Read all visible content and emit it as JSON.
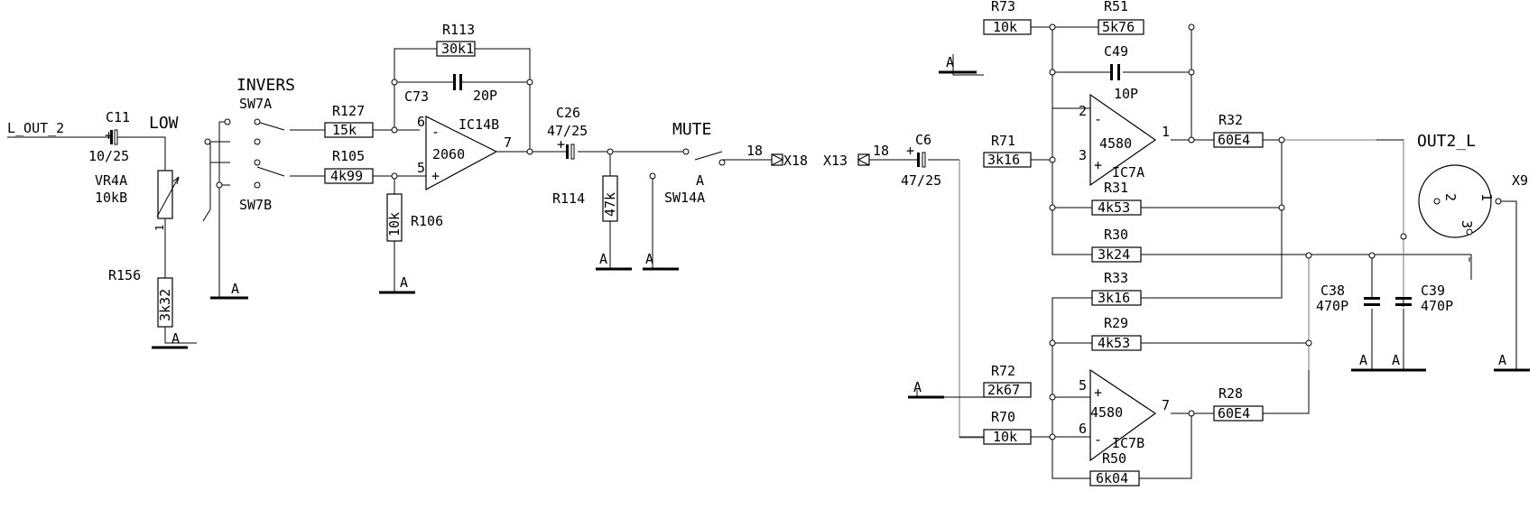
{
  "labels": {
    "l_out_2": "L_OUT_2",
    "low": "LOW",
    "invers": "INVERS",
    "sw7a": "SW7A",
    "sw7b": "SW7B",
    "mute": "MUTE",
    "sw14a": "SW14A",
    "out2_l": "OUT2_L",
    "x9": "X9",
    "x18": "X18",
    "x13": "X13",
    "conn18a": "18",
    "conn18b": "18",
    "ground": "A"
  },
  "resistors": {
    "R113": {
      "ref": "R113",
      "value": "30k1"
    },
    "R127": {
      "ref": "R127",
      "value": "15k"
    },
    "R105": {
      "ref": "R105",
      "value": "4k99"
    },
    "R106": {
      "ref": "R106",
      "value": "10k"
    },
    "R114": {
      "ref": "R114",
      "value": "47k"
    },
    "R156": {
      "ref": "R156",
      "value": "3k32"
    },
    "R73": {
      "ref": "R73",
      "value": "10k"
    },
    "R51": {
      "ref": "R51",
      "value": "5k76"
    },
    "R71": {
      "ref": "R71",
      "value": "3k16"
    },
    "R32": {
      "ref": "R32",
      "value": "60E4"
    },
    "R31": {
      "ref": "R31",
      "value": "4k53"
    },
    "R30": {
      "ref": "R30",
      "value": "3k24"
    },
    "R33": {
      "ref": "R33",
      "value": "3k16"
    },
    "R29": {
      "ref": "R29",
      "value": "4k53"
    },
    "R72": {
      "ref": "R72",
      "value": "2k67"
    },
    "R70": {
      "ref": "R70",
      "value": "10k"
    },
    "R28": {
      "ref": "R28",
      "value": "60E4"
    },
    "R50": {
      "ref": "R50",
      "value": "6k04"
    }
  },
  "capacitors": {
    "C11": {
      "ref": "C11",
      "value": "10/25"
    },
    "C73": {
      "ref": "C73",
      "value": "20P"
    },
    "C26": {
      "ref": "C26",
      "value": "47/25"
    },
    "C6": {
      "ref": "C6",
      "value": "47/25"
    },
    "C49": {
      "ref": "C49",
      "value": "10P"
    },
    "C38": {
      "ref": "C38",
      "value": "470P"
    },
    "C39": {
      "ref": "C39",
      "value": "470P"
    }
  },
  "pot": {
    "ref": "VR4A",
    "value": "10kB",
    "pin": "1"
  },
  "opamps": {
    "ic14b": {
      "ref": "IC14B",
      "type": "2060",
      "pin_inv": "6",
      "pin_noninv": "5",
      "pin_out": "7"
    },
    "ic7a": {
      "ref": "IC7A",
      "type": "4580",
      "pin_inv": "2",
      "pin_noninv": "3",
      "pin_out": "1"
    },
    "ic7b": {
      "ref": "IC7B",
      "type": "4580",
      "pin_noninv": "5",
      "pin_inv": "6",
      "pin_out": "7"
    }
  },
  "xlr": {
    "pin2": "2",
    "pin1": "1",
    "pin3": "3"
  },
  "signs": {
    "plus": "+",
    "minus": "-"
  }
}
